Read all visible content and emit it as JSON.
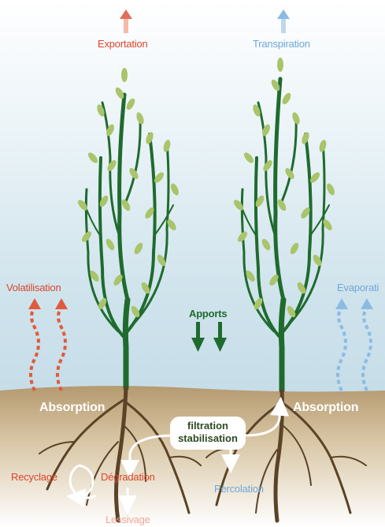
{
  "labels": {
    "exportation": "Exportation",
    "transpiration": "Transpiration",
    "volatilisation": "Volatilisation",
    "evaporation": "Evaporati",
    "apports": "Apports",
    "absorption_left": "Absorption",
    "absorption_right": "Absorption",
    "filtration_line1": "filtration",
    "filtration_line2": "stabilisation",
    "recyclage": "Recyclage",
    "degradation": "Dégradation",
    "percolation": "Percolation",
    "lessivage": "Lessivage"
  },
  "colors": {
    "export_red": "#d9472b",
    "transpiration_blue": "#6fa7d8",
    "plant_green": "#1f6b2e",
    "leaf_green": "#a9c46a",
    "soil_brown": "#b59a70",
    "root_brown": "#5a4326",
    "sky_blue": "#cfe3ec"
  }
}
